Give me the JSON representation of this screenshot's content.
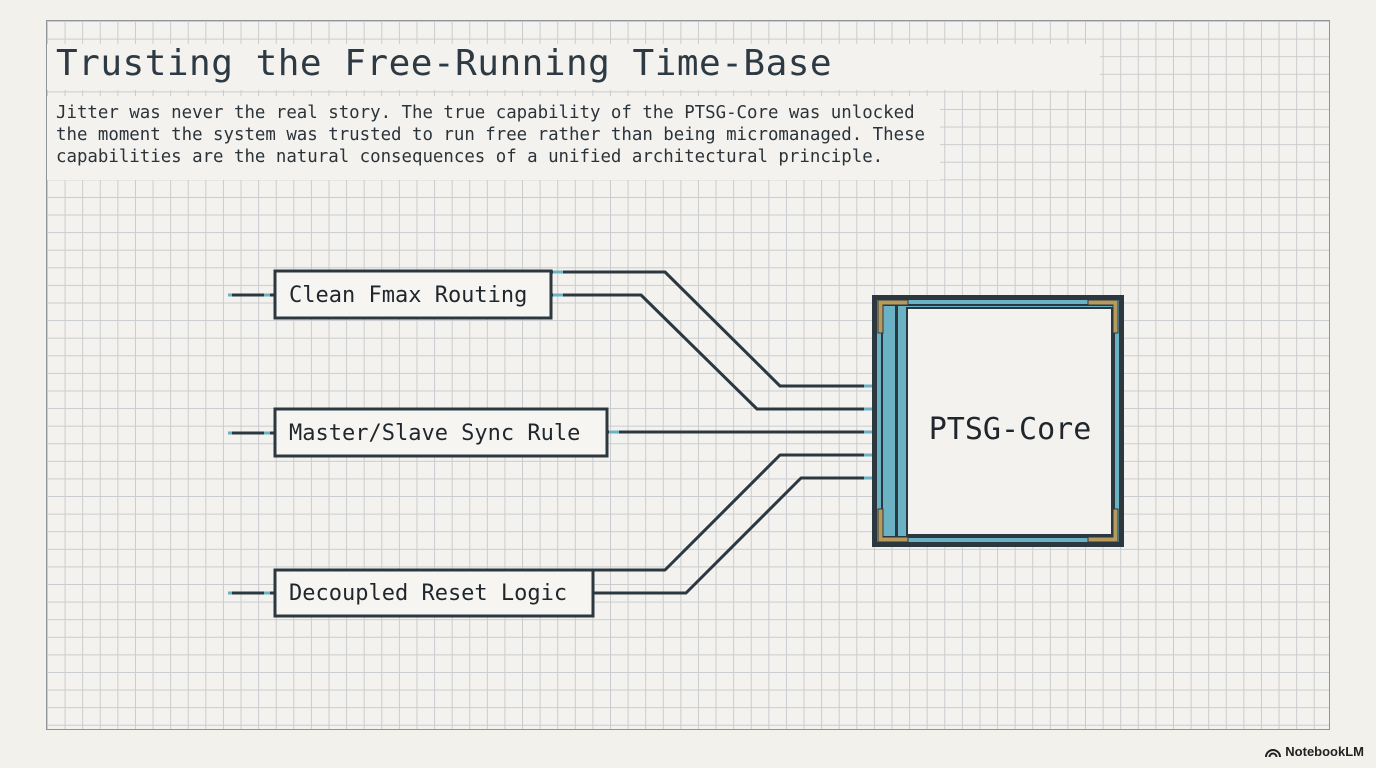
{
  "title": "Trusting the Free-Running Time-Base",
  "description": "Jitter was never the real story. The true capability of the PTSG-Core was unlocked\nthe moment the system was trusted to run free rather than being micromanaged. These\ncapabilities are the natural consequences of a unified architectural principle.",
  "diagram": {
    "inputs": [
      {
        "label": "Clean Fmax Routing"
      },
      {
        "label": "Master/Slave Sync Rule"
      },
      {
        "label": "Decoupled Reset Logic"
      }
    ],
    "core": {
      "label": "PTSG-Core"
    }
  },
  "colors": {
    "wire": "#2c3840",
    "accent": "#6bb3c4",
    "bracket": "#b89a5c",
    "background": "#f2f1ec"
  },
  "branding": {
    "logo_icon": "notebooklm-icon",
    "name": "NotebookLM"
  }
}
